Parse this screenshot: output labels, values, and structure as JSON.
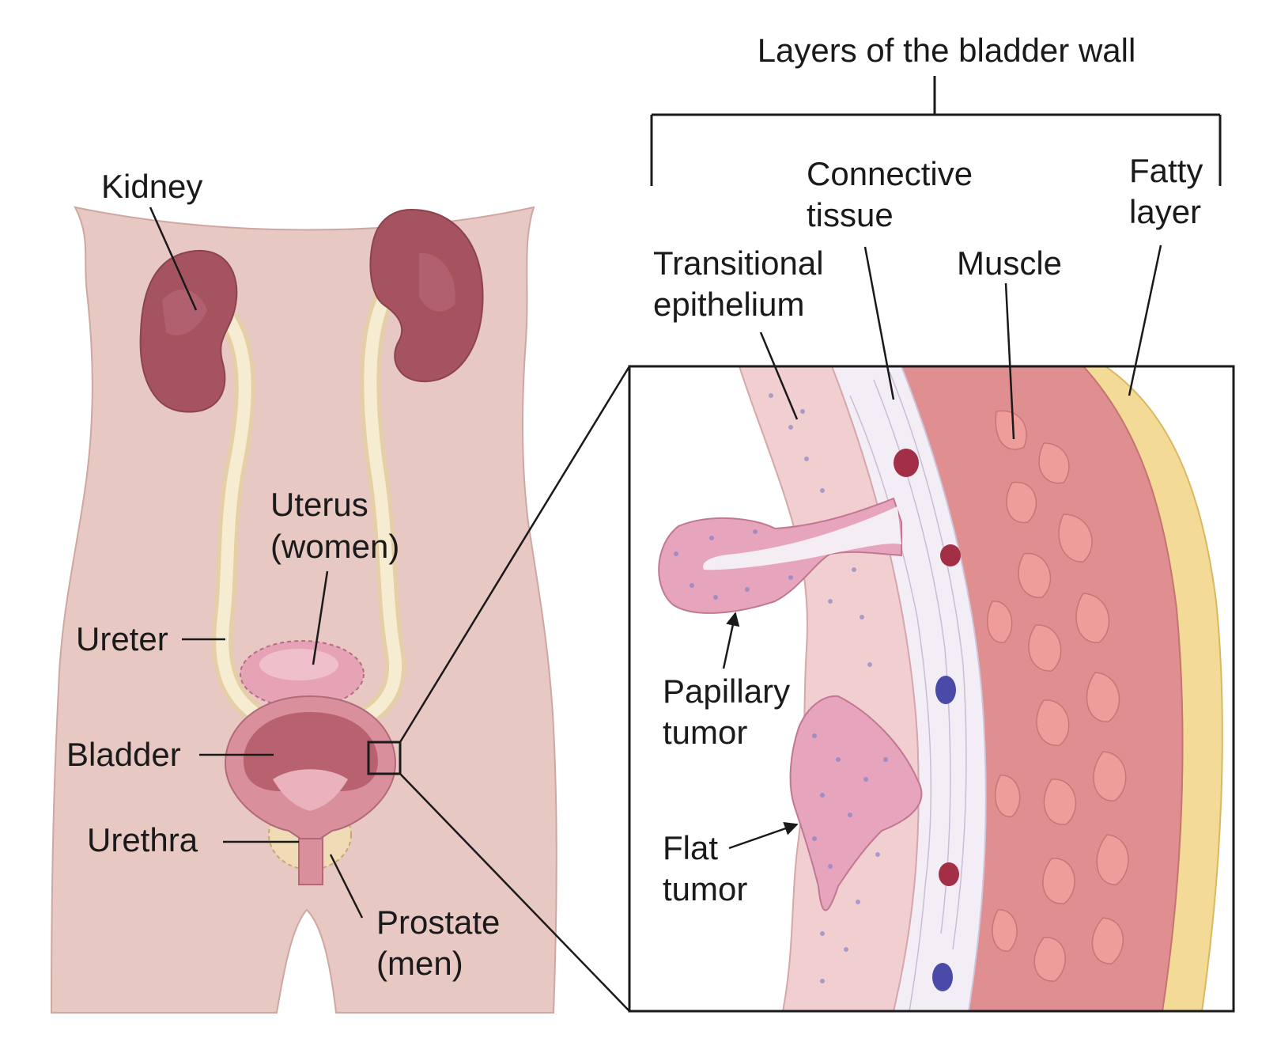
{
  "title": "Layers of the bladder wall",
  "anatomy_labels": {
    "kidney": "Kidney",
    "uterus_line1": "Uterus",
    "uterus_line2": "(women)",
    "ureter": "Ureter",
    "bladder": "Bladder",
    "urethra": "Urethra",
    "prostate_line1": "Prostate",
    "prostate_line2": "(men)"
  },
  "wall_layers": {
    "transitional_line1": "Transitional",
    "transitional_line2": "epithelium",
    "connective_line1": "Connective",
    "connective_line2": "tissue",
    "muscle": "Muscle",
    "fatty_line1": "Fatty",
    "fatty_line2": "layer"
  },
  "tumors": {
    "papillary_line1": "Papillary",
    "papillary_line2": "tumor",
    "flat_line1": "Flat",
    "flat_line2": "tumor"
  },
  "colors": {
    "body": "#e8c8c3",
    "kidney": "#a5545f",
    "ureter": "#f4e8c8",
    "bladder": "#d98f9c",
    "uterus": "#e7a3b6",
    "prostate": "#efdcb6",
    "epithelium": "#f1cfd0",
    "tumor": "#e6a4bd",
    "connective": "#f3eef6",
    "muscle": "#e08f90",
    "fat": "#f3db97",
    "vessel_red": "#a22f46",
    "vessel_blue": "#4a4aa8"
  }
}
